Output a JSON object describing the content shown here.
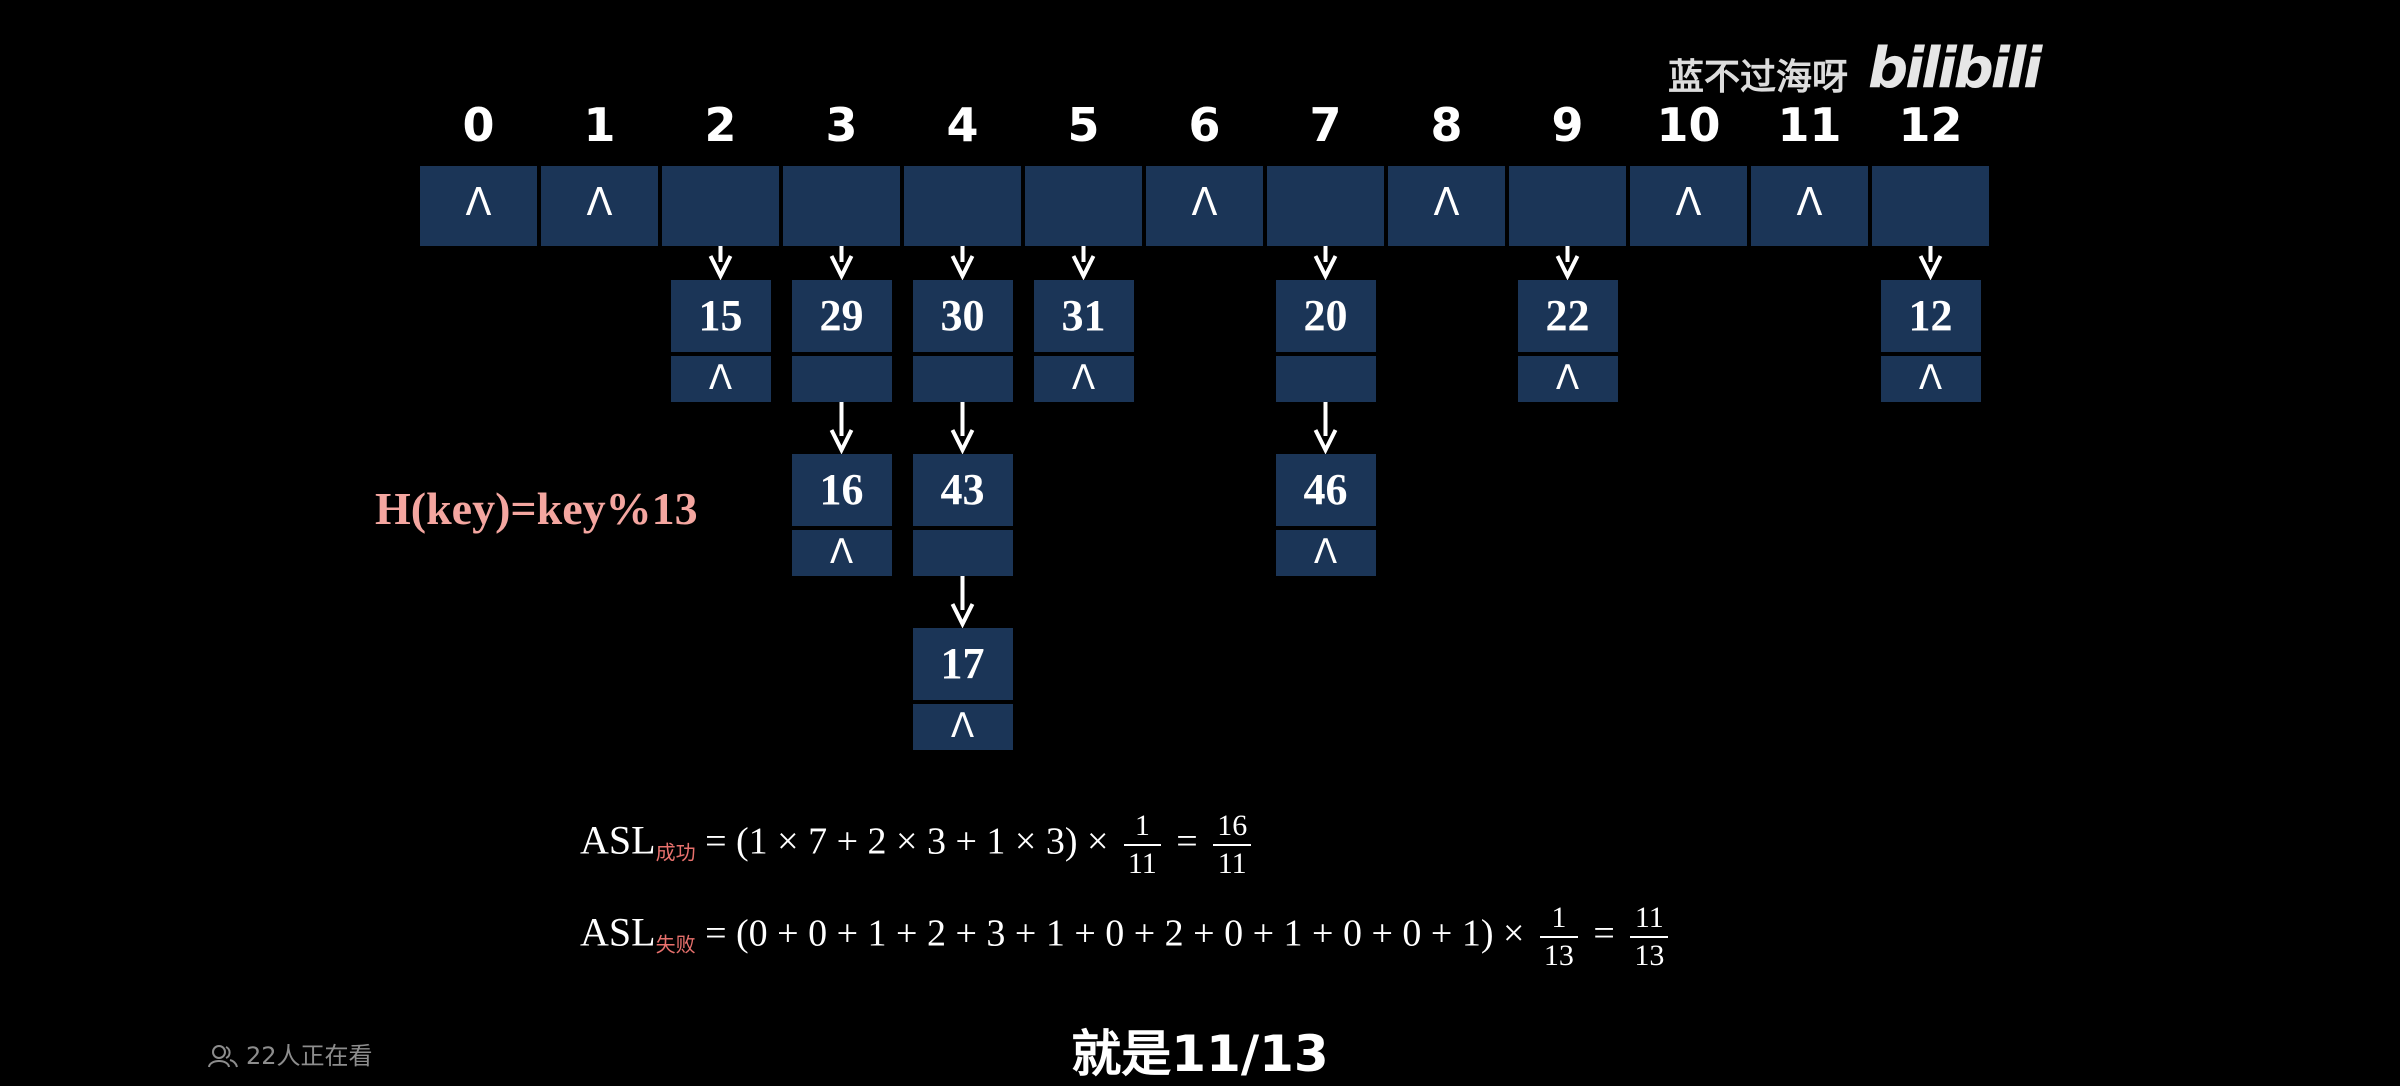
{
  "watermark": {
    "author": "蓝不过海呀",
    "logo": "bilibili"
  },
  "hash_table": {
    "indices": [
      "0",
      "1",
      "2",
      "3",
      "4",
      "5",
      "6",
      "7",
      "8",
      "9",
      "10",
      "11",
      "12"
    ],
    "null_symbol": "Λ",
    "chains": [
      [],
      [],
      [
        "15"
      ],
      [
        "29",
        "16"
      ],
      [
        "30",
        "43",
        "17"
      ],
      [
        "31"
      ],
      [],
      [
        "20",
        "46"
      ],
      [],
      [
        "22"
      ],
      [],
      [],
      [
        "12"
      ]
    ]
  },
  "hash_function": "H(key)=key%13",
  "formulas": {
    "success": {
      "label": "ASL",
      "sub": "成功",
      "expr": "= (1 × 7 + 2 × 3 + 1 × 3) ×",
      "mul_frac": {
        "num": "1",
        "den": "11"
      },
      "eq": "=",
      "result": {
        "num": "16",
        "den": "11"
      }
    },
    "fail": {
      "label": "ASL",
      "sub": "失败",
      "expr": "= (0 + 0 + 1 + 2 + 3 + 1 + 0 + 2 + 0 + 1 + 0 + 0 + 1) ×",
      "mul_frac": {
        "num": "1",
        "den": "13"
      },
      "eq": "=",
      "result": {
        "num": "11",
        "den": "13"
      }
    }
  },
  "viewers": "22人正在看",
  "subtitle": "就是11/13",
  "colors": {
    "cell": "#1b3557",
    "hash_fn": "#f4a6a0",
    "sub_label": "#e8716d"
  }
}
